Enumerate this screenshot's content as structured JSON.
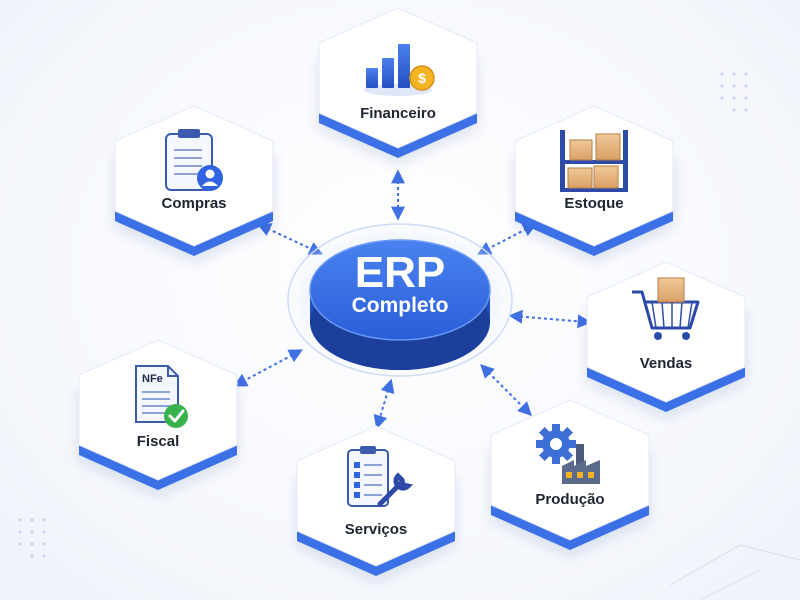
{
  "hub": {
    "title": "ERP",
    "subtitle": "Completo",
    "color": "#2f63e0"
  },
  "modules": [
    {
      "id": "financeiro",
      "label": "Financeiro",
      "icon": "bar-chart-coin-icon"
    },
    {
      "id": "compras",
      "label": "Compras",
      "icon": "clipboard-user-icon"
    },
    {
      "id": "estoque",
      "label": "Estoque",
      "icon": "warehouse-shelf-boxes-icon"
    },
    {
      "id": "vendas",
      "label": "Vendas",
      "icon": "shopping-cart-icon"
    },
    {
      "id": "fiscal",
      "label": "Fiscal",
      "icon": "nfe-document-check-icon",
      "badge": "NFe"
    },
    {
      "id": "servicos",
      "label": "Serviços",
      "icon": "checklist-wrench-icon"
    },
    {
      "id": "producao",
      "label": "Produção",
      "icon": "gear-factory-icon"
    }
  ],
  "colors": {
    "accent": "#2f63e0",
    "card_edge": "#3b6fe6",
    "connector": "#3f6fe0"
  }
}
